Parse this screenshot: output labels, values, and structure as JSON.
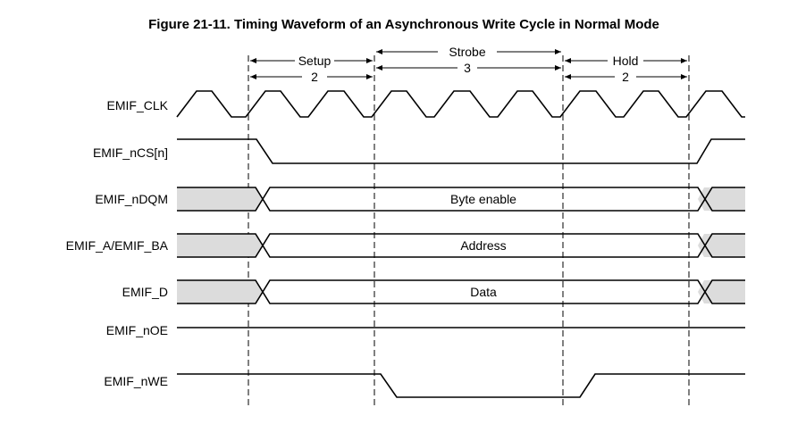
{
  "title": "Figure 21-11. Timing Waveform of an Asynchronous Write Cycle in Normal Mode",
  "signals": {
    "clk": "EMIF_CLK",
    "ncs": "EMIF_nCS[n]",
    "ndqm": "EMIF_nDQM",
    "addr": "EMIF_A/EMIF_BA",
    "data": "EMIF_D",
    "noe": "EMIF_nOE",
    "nwe": "EMIF_nWE"
  },
  "bus_values": {
    "ndqm": "Byte enable",
    "addr": "Address",
    "data": "Data"
  },
  "phases": {
    "setup": {
      "label": "Setup",
      "cycles": "2"
    },
    "strobe": {
      "label": "Strobe",
      "cycles": "3"
    },
    "hold": {
      "label": "Hold",
      "cycles": "2"
    }
  },
  "colors": {
    "stroke": "#000000",
    "invalid_fill": "#dcdcdc",
    "background": "#ffffff"
  }
}
